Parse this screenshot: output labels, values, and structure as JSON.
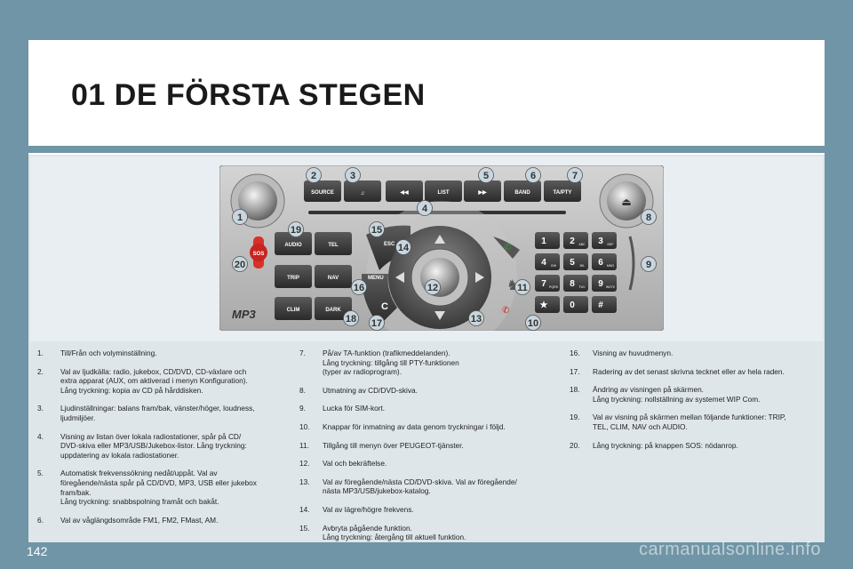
{
  "header": {
    "title": "01 DE FÖRSTA STEGEN"
  },
  "radio": {
    "top_buttons": [
      "SOURCE",
      "♫",
      "◀◀",
      "LIST",
      "▶▶",
      "BAND",
      "TA/PTY"
    ],
    "left_buttons": [
      "AUDIO",
      "TEL",
      "TRIP",
      "NAV",
      "CLIM",
      "DARK"
    ],
    "center_labels": {
      "esc": "ESC",
      "menu": "MENU",
      "clear": "C"
    },
    "sos_label": "SOS",
    "keypad": [
      "1",
      "2",
      "3",
      "4",
      "5",
      "6",
      "7",
      "8",
      "9",
      "★",
      "0",
      "#"
    ],
    "keypad_sub": [
      "",
      "ABC",
      "DEF",
      "GHI",
      "JKL",
      "MNO",
      "PQRS",
      "TUV",
      "WXYZ",
      "",
      "",
      ""
    ],
    "logo": "MP3",
    "callouts": [
      "1",
      "2",
      "3",
      "4",
      "5",
      "6",
      "7",
      "8",
      "9",
      "10",
      "11",
      "12",
      "13",
      "14",
      "15",
      "16",
      "17",
      "18",
      "19",
      "20"
    ]
  },
  "col1": [
    {
      "n": "1.",
      "t": "Till/Från och volyminställning."
    },
    {
      "n": "2.",
      "t": "Val av ljudkälla: radio, jukebox, CD/DVD, CD-växlare och\nextra apparat (AUX, om aktiverad i menyn Konfiguration).\nLång tryckning: kopia av CD på hårddisken."
    },
    {
      "n": "3.",
      "t": "Ljudinställningar: balans fram/bak, vänster/höger, loudness,\nljudmiljöer."
    },
    {
      "n": "4.",
      "t": "Visning av listan över lokala radiostationer, spår på CD/\nDVD-skiva eller MP3/USB/Jukebox-listor. Lång tryckning:\nuppdatering av lokala radiostationer."
    },
    {
      "n": "5.",
      "t": "Automatisk frekvenssökning nedåt/uppåt. Val av\nföregående/nästa spår på CD/DVD, MP3, USB eller jukebox\nfram/bak.\nLång tryckning: snabbspolning framåt och bakåt."
    },
    {
      "n": "6.",
      "t": "Val av våglängdsområde FM1, FM2, FMast, AM."
    }
  ],
  "col2": [
    {
      "n": "7.",
      "t": "På/av TA-funktion (trafikmeddelanden).\nLång tryckning: tillgång till PTY-funktionen\n(typer av radioprogram)."
    },
    {
      "n": "8.",
      "t": "Utmatning av CD/DVD-skiva."
    },
    {
      "n": "9.",
      "t": "Lucka för SIM-kort."
    },
    {
      "n": "10.",
      "t": "Knappar för inmatning av data genom tryckningar i följd."
    },
    {
      "n": "11.",
      "t": "Tillgång till menyn över PEUGEOT-tjänster."
    },
    {
      "n": "12.",
      "t": "Val och bekräftelse."
    },
    {
      "n": "13.",
      "t": "Val av föregående/nästa CD/DVD-skiva. Val av föregående/\nnästa MP3/USB/jukebox-katalog."
    },
    {
      "n": "14.",
      "t": "Val av lägre/högre frekvens."
    },
    {
      "n": "15.",
      "t": "Avbryta pågående funktion.\nLång tryckning: återgång till aktuell funktion."
    }
  ],
  "col3": [
    {
      "n": "16.",
      "t": "Visning av huvudmenyn."
    },
    {
      "n": "17.",
      "t": "Radering av det senast skrivna tecknet eller av hela raden."
    },
    {
      "n": "18.",
      "t": "Ändring av visningen på skärmen.\nLång tryckning: nollställning av systemet WIP Com."
    },
    {
      "n": "19.",
      "t": "Val av visning på skärmen mellan följande funktioner: TRIP,\nTEL, CLIM, NAV och AUDIO."
    },
    {
      "n": "20.",
      "t": "Lång tryckning: på knappen SOS: nödanrop."
    }
  ],
  "footer": {
    "page_number": "142",
    "watermark": "carmanualsonline.info"
  },
  "colors": {
    "background": "#6f95a6",
    "badge": "#c8d6de",
    "sos": "#d9302a"
  }
}
